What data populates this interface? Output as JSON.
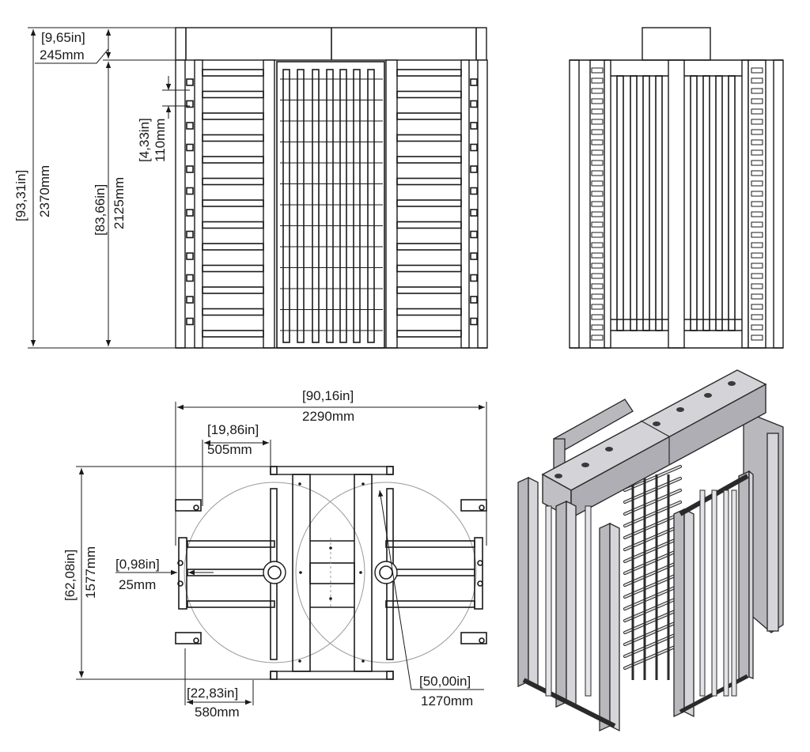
{
  "dimensions": {
    "top_height_in": "[9,65in]",
    "top_height_mm": "245mm",
    "total_height_in": "[93,31in]",
    "total_height_mm": "2370mm",
    "frame_height_in": "[83,66in]",
    "frame_height_mm": "2125mm",
    "bar_pitch_in": "[4,33in]",
    "bar_pitch_mm": "110mm",
    "total_width_in": "[90,16in]",
    "total_width_mm": "2290mm",
    "lane_width_in": "[19,86in]",
    "lane_width_mm": "505mm",
    "depth_in": "[62,08in]",
    "depth_mm": "1577mm",
    "post_gap_in": "[0,98in]",
    "post_gap_mm": "25mm",
    "side_width_in": "[22,83in]",
    "side_width_mm": "580mm",
    "rotor_diameter_in": "[50,00in]",
    "rotor_diameter_mm": "1270mm"
  },
  "colors": {
    "line": "#1a1a1a",
    "rotor_circle": "#9a9a9a",
    "render_fill": "#b8b8bd"
  }
}
